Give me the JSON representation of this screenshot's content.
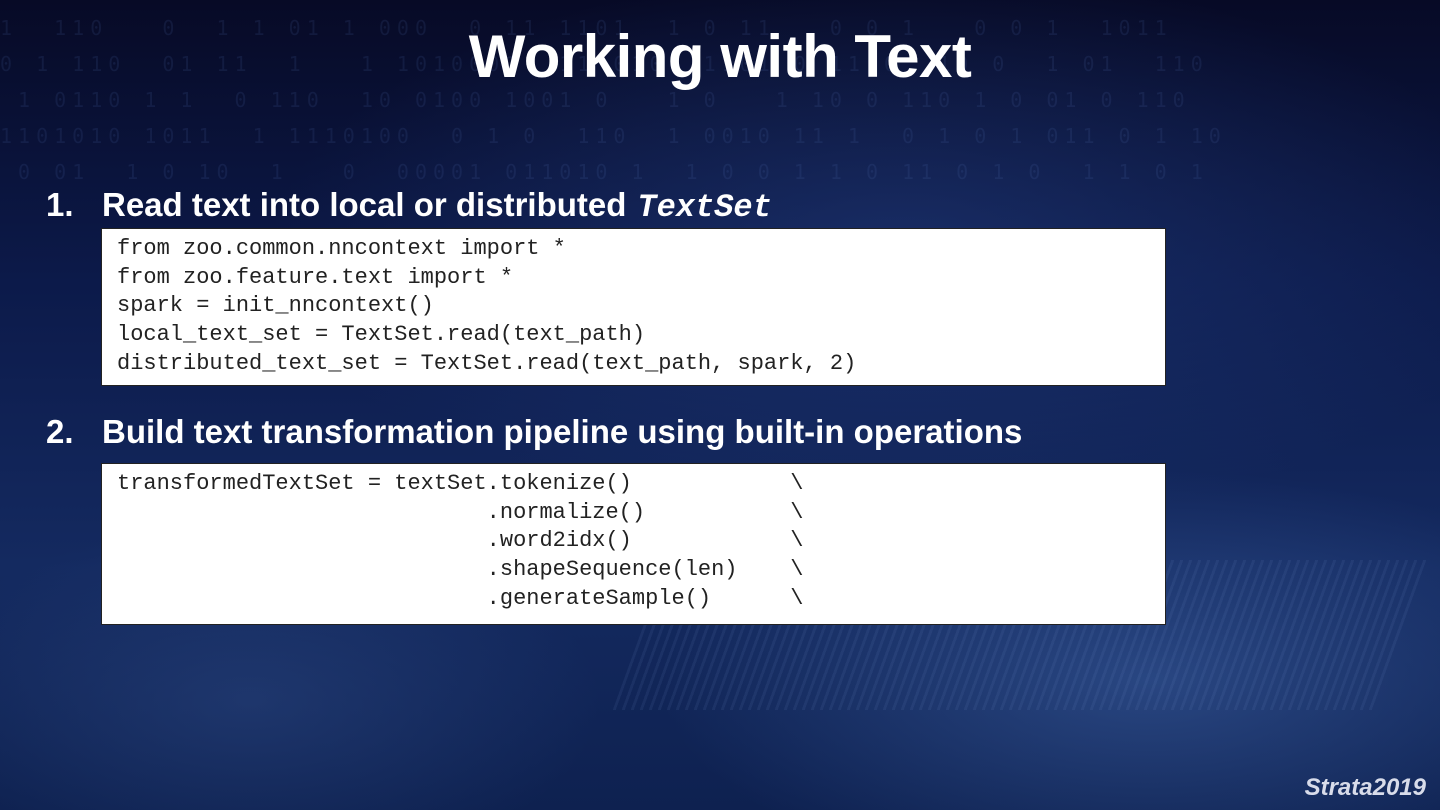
{
  "slide": {
    "title": "Working with Text",
    "sections": [
      {
        "number": "1.",
        "heading": "Read text into local or distributed",
        "heading_code_term": "TextSet",
        "code_lines": [
          "from zoo.common.nncontext import *",
          "from zoo.feature.text import *",
          "spark = init_nncontext()",
          "local_text_set = TextSet.read(text_path)",
          "distributed_text_set = TextSet.read(text_path, spark, 2)"
        ]
      },
      {
        "number": "2.",
        "heading": "Build text transformation pipeline using built-in operations",
        "code_lines": [
          "transformedTextSet = textSet.tokenize()            \\",
          "                            .normalize()           \\",
          "                            .word2idx()            \\",
          "                            .shapeSequence(len)    \\",
          "                            .generateSample()      \\"
        ]
      }
    ],
    "footer": "Strata2019"
  }
}
